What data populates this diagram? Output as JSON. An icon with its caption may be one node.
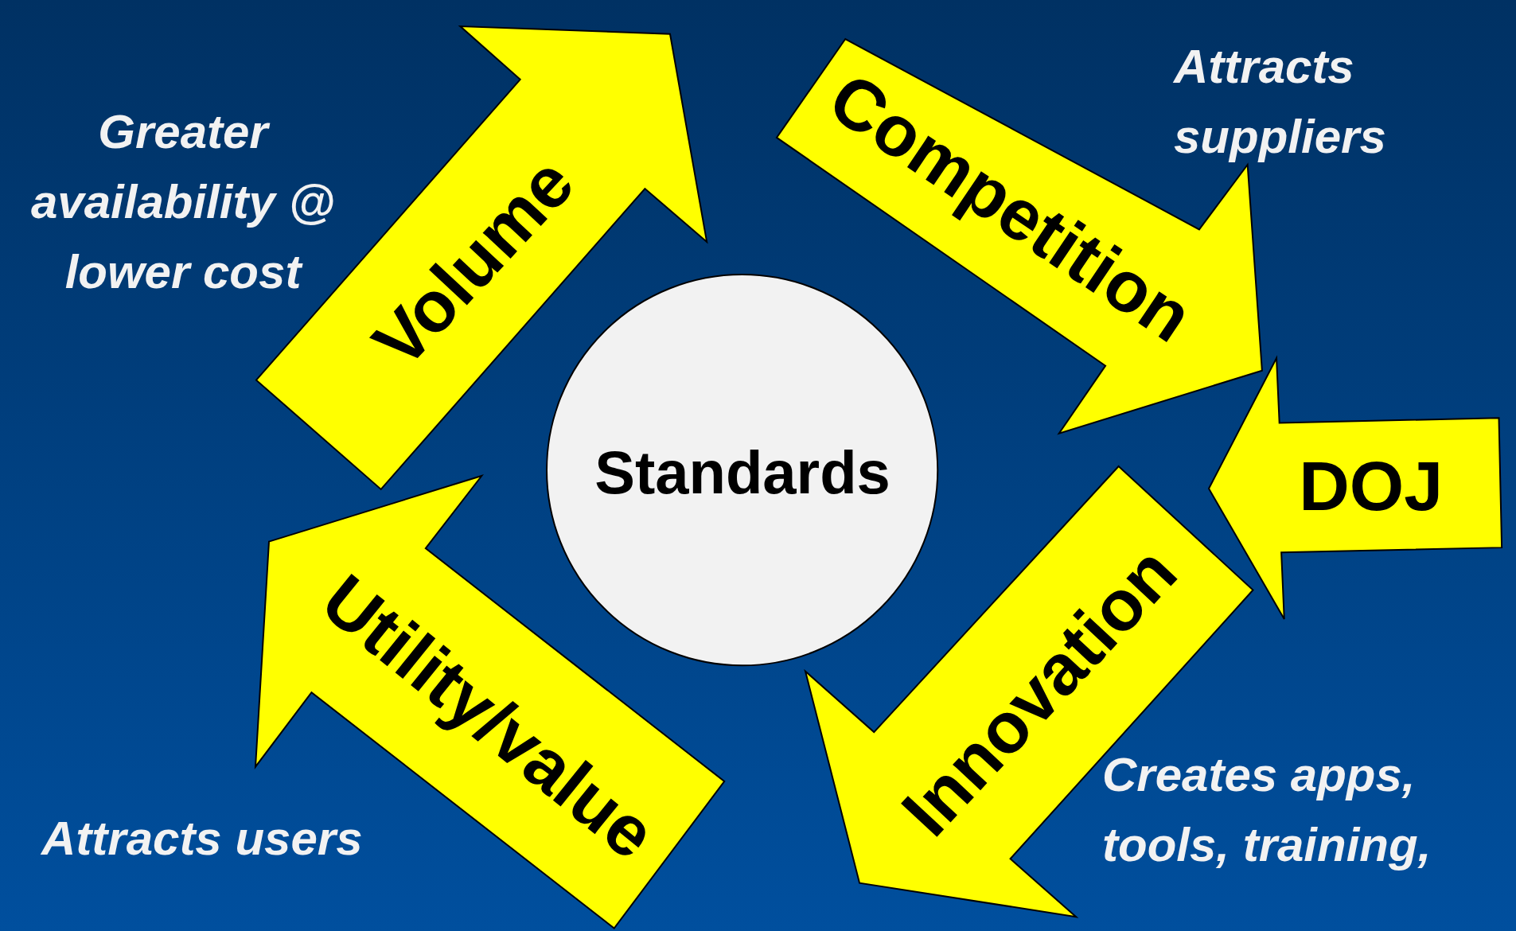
{
  "diagram": {
    "nodes": [
      {
        "text": [
          "Standards"
        ]
      },
      {
        "text": [
          "Volume"
        ],
        "beside": [
          "Greater availability @ lower cost"
        ]
      },
      {
        "text": [
          "Competition"
        ],
        "beside": [
          "Attracts suppliers"
        ]
      },
      {
        "text": [
          "DOJ"
        ]
      },
      {
        "text": [
          "Innovation"
        ],
        "beside": [
          "Creates apps, tools, training,"
        ]
      },
      {
        "text": [
          "Utility/value"
        ],
        "beside": [
          "Attracts users"
        ]
      }
    ]
  }
}
